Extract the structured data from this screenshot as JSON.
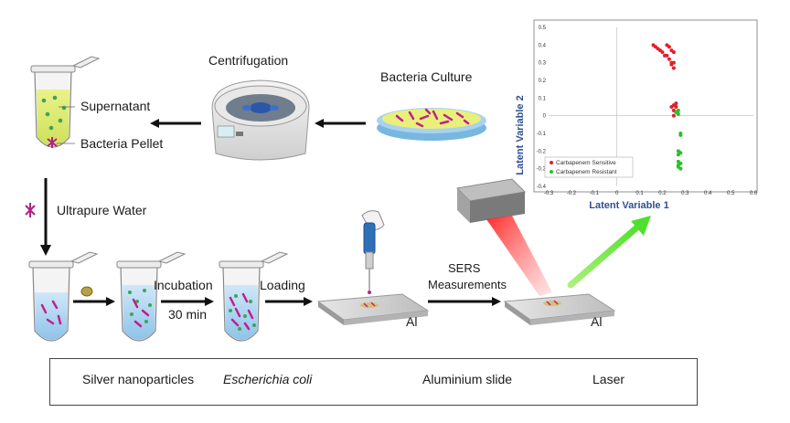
{
  "labels": {
    "centrifugation": "Centrifugation",
    "bacteria_culture": "Bacteria Culture",
    "supernatant": "Supernatant",
    "bacteria_pellet": "Bacteria Pellet",
    "ultrapure_water": "Ultrapure Water",
    "incubation": "Incubation",
    "incubation_time": "30 min",
    "loading": "Loading",
    "sers_line1": "SERS",
    "sers_line2": "Measurements",
    "al_1": "Al",
    "al_2": "Al"
  },
  "legend": {
    "silver": "Silver nanoparticles",
    "ecoli": "Escherichia coli",
    "slide": "Aluminium slide",
    "laser": "Laser"
  },
  "chart_data": {
    "type": "scatter",
    "xlabel": "Latent Variable 1",
    "ylabel": "Latent Variable 2",
    "xlim": [
      -0.3,
      0.6
    ],
    "ylim": [
      -0.4,
      0.5
    ],
    "xticks": [
      "-0.3",
      "-0.2",
      "-0.1",
      "0",
      "0.1",
      "0.2",
      "0.3",
      "0.4",
      "0.5",
      "0.6"
    ],
    "yticks": [
      "0.5",
      "0.4",
      "0.3",
      "0.2",
      "0.1",
      "0",
      "-0.1",
      "-0.2",
      "-0.3",
      "-0.4"
    ],
    "legend_position": "bottom-left",
    "series": [
      {
        "name": "Carbapenem Sensitive",
        "color": "#e0202a",
        "points": [
          [
            0.16,
            0.4
          ],
          [
            0.17,
            0.39
          ],
          [
            0.18,
            0.38
          ],
          [
            0.19,
            0.37
          ],
          [
            0.2,
            0.36
          ],
          [
            0.21,
            0.34
          ],
          [
            0.22,
            0.34
          ],
          [
            0.23,
            0.32
          ],
          [
            0.24,
            0.3
          ],
          [
            0.25,
            0.3
          ],
          [
            0.24,
            0.29
          ],
          [
            0.25,
            0.27
          ],
          [
            0.22,
            0.4
          ],
          [
            0.23,
            0.39
          ],
          [
            0.24,
            0.37
          ],
          [
            0.25,
            0.36
          ],
          [
            0.25,
            0.06
          ],
          [
            0.26,
            0.05
          ],
          [
            0.25,
            0.03
          ],
          [
            0.26,
            0.02
          ],
          [
            0.25,
            0.0
          ],
          [
            0.24,
            0.05
          ],
          [
            0.26,
            0.07
          ]
        ]
      },
      {
        "name": "Carbapenem Resistant",
        "color": "#27c22a",
        "points": [
          [
            0.26,
            0.02
          ],
          [
            0.27,
            0.01
          ],
          [
            0.27,
            0.03
          ],
          [
            0.28,
            -0.1
          ],
          [
            0.28,
            -0.11
          ],
          [
            0.27,
            -0.2
          ],
          [
            0.28,
            -0.21
          ],
          [
            0.27,
            -0.22
          ],
          [
            0.27,
            -0.26
          ],
          [
            0.28,
            -0.27
          ],
          [
            0.27,
            -0.28
          ],
          [
            0.28,
            -0.3
          ],
          [
            0.27,
            -0.29
          ]
        ]
      }
    ]
  }
}
